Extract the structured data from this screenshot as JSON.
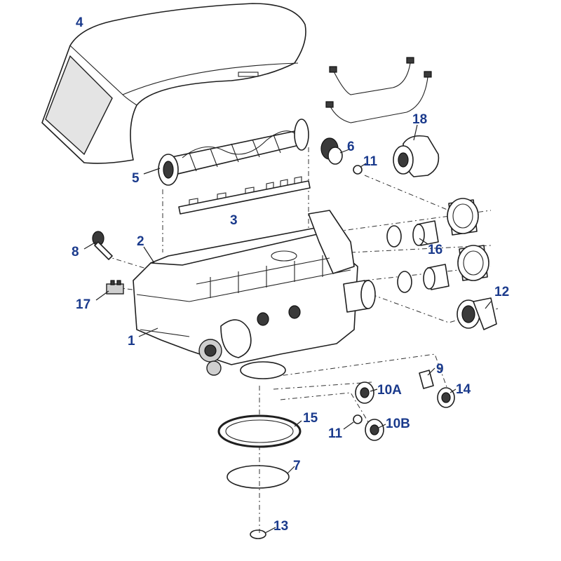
{
  "callouts": {
    "c1": "1",
    "c2": "2",
    "c3": "3",
    "c4": "4",
    "c5": "5",
    "c6": "6",
    "c7": "7",
    "c8": "8",
    "c9": "9",
    "c10a": "10A",
    "c10b": "10B",
    "c11a": "11",
    "c11b": "11",
    "c12": "12",
    "c13": "13",
    "c14": "14",
    "c15": "15",
    "c16": "16",
    "c17": "17",
    "c18": "18"
  },
  "colors": {
    "callout": "#1a3a8c",
    "line": "#1f1f1f"
  }
}
